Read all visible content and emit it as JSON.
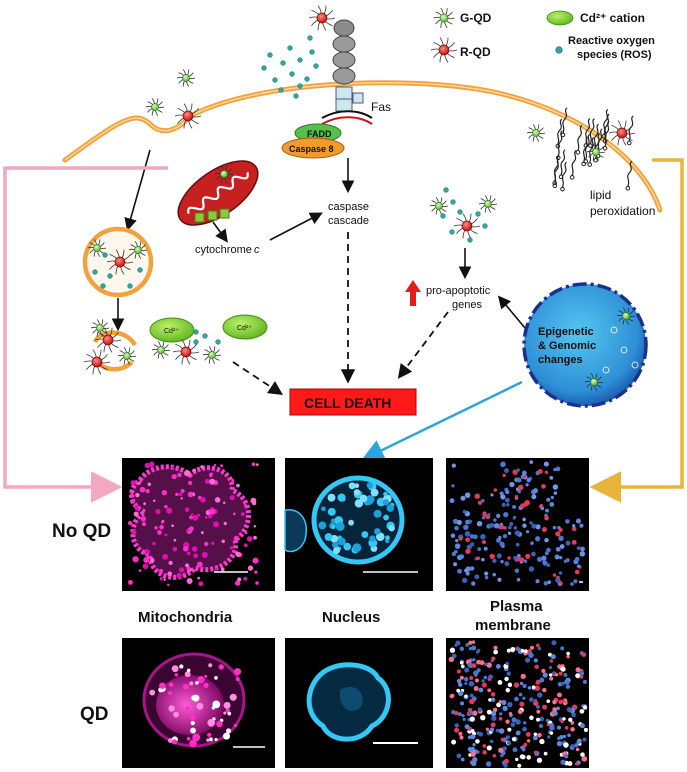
{
  "legend": {
    "g_qd": "G-QD",
    "r_qd": "R-QD",
    "cation": "Cd²⁺ cation",
    "ros_line1": "Reactive oxygen",
    "ros_line2": "species (ROS)"
  },
  "pathway": {
    "fas": "Fas",
    "fadd": "FADD",
    "caspase8": "Caspase 8",
    "caspase_line1": "caspase",
    "caspase_line2": "cascade",
    "cytochrome": "cytochrome",
    "cytochrome_c": "c",
    "lipid_line1": "lipid",
    "lipid_line2": "peroxidation",
    "proapop_line1": "pro-apoptotic",
    "proapop_line2": "genes",
    "epigenetic_line1": "Epigenetic",
    "epigenetic_line2": "& Genomic",
    "epigenetic_line3": "changes",
    "cd_small": "Cd²⁺",
    "cell_death": "CELL DEATH"
  },
  "panels": {
    "row_no_qd": "No QD",
    "row_qd": "QD",
    "col_mito": "Mitochondria",
    "col_nucleus": "Nucleus",
    "col_membrane_line1": "Plasma",
    "col_membrane_line2": "membrane"
  },
  "colors": {
    "membrane": "#F2A23A",
    "qd_red": "#E41B17",
    "qd_green": "#7ED957",
    "ros": "#2FA6A0",
    "mitochondria_stain": "#FF2EC8",
    "nucleus_stain": "#33C8F5",
    "cell_death_bg": "#FF1A1A",
    "cell_death_text": "#FFE000",
    "pink_arrow": "#F2A9C0",
    "blue_arrow": "#2AA5DE",
    "gold_arrow": "#E9B43C",
    "epigenetic_fill": "#2E9BDB",
    "epigenetic_border": "#1B2F8F"
  }
}
